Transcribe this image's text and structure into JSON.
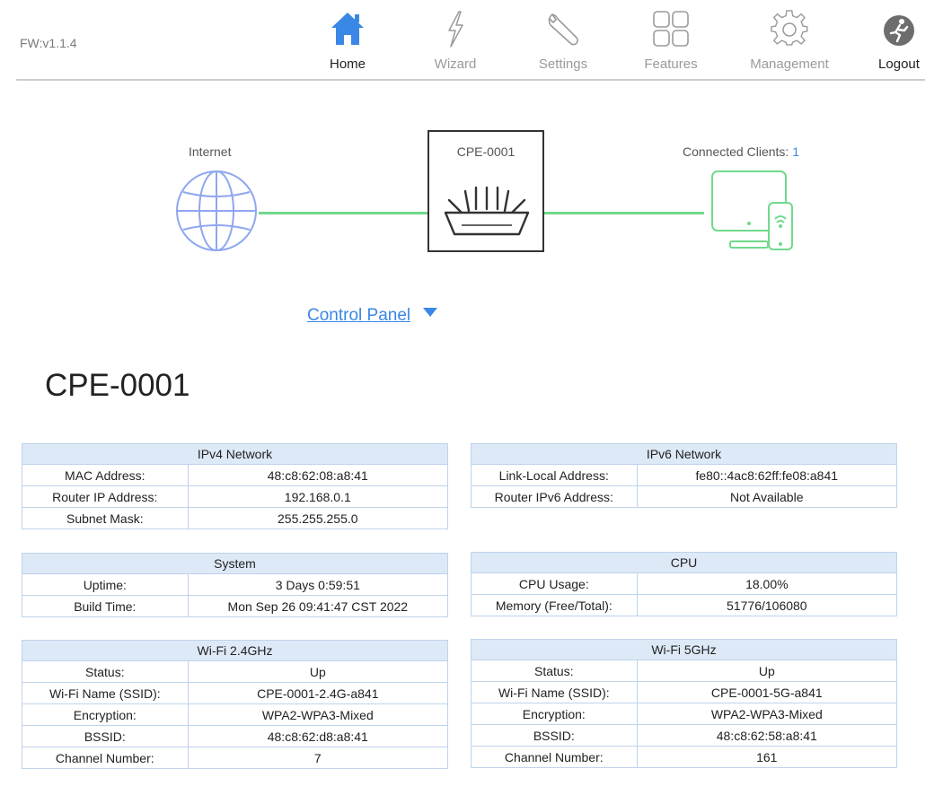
{
  "header": {
    "firmware": "FW:v1.1.4",
    "nav": [
      {
        "label": "Home",
        "icon": "home-icon"
      },
      {
        "label": "Wizard",
        "icon": "wizard-bolt-icon"
      },
      {
        "label": "Settings",
        "icon": "wrench-icon"
      },
      {
        "label": "Features",
        "icon": "grid-icon"
      },
      {
        "label": "Management",
        "icon": "gear-icon"
      },
      {
        "label": "Logout",
        "icon": "logout-icon"
      }
    ],
    "active": "Home"
  },
  "topology": {
    "internet_label": "Internet",
    "device_label": "CPE-0001",
    "clients_label": "Connected Clients:",
    "clients_count": "1"
  },
  "control_panel": "Control Panel",
  "device_title": "CPE-0001",
  "tables": {
    "ipv4": {
      "title": "IPv4 Network",
      "rows": [
        [
          "MAC Address:",
          "48:c8:62:08:a8:41"
        ],
        [
          "Router IP Address:",
          "192.168.0.1"
        ],
        [
          "Subnet Mask:",
          "255.255.255.0"
        ]
      ]
    },
    "ipv6": {
      "title": "IPv6 Network",
      "rows": [
        [
          "Link-Local Address:",
          "fe80::4ac8:62ff:fe08:a841"
        ],
        [
          "Router IPv6 Address:",
          "Not Available"
        ]
      ]
    },
    "system": {
      "title": "System",
      "rows": [
        [
          "Uptime:",
          "3 Days 0:59:51"
        ],
        [
          "Build Time:",
          "Mon Sep 26 09:41:47 CST 2022"
        ]
      ]
    },
    "cpu": {
      "title": "CPU",
      "rows": [
        [
          "CPU Usage:",
          "18.00%"
        ],
        [
          "Memory (Free/Total):",
          "51776/106080"
        ]
      ]
    },
    "wifi24": {
      "title": "Wi-Fi 2.4GHz",
      "rows": [
        [
          "Status:",
          "Up"
        ],
        [
          "Wi-Fi Name (SSID):",
          "CPE-0001-2.4G-a841"
        ],
        [
          "Encryption:",
          "WPA2-WPA3-Mixed"
        ],
        [
          "BSSID:",
          "48:c8:62:d8:a8:41"
        ],
        [
          "Channel Number:",
          "7"
        ]
      ]
    },
    "wifi5": {
      "title": "Wi-Fi 5GHz",
      "rows": [
        [
          "Status:",
          "Up"
        ],
        [
          "Wi-Fi Name (SSID):",
          "CPE-0001-5G-a841"
        ],
        [
          "Encryption:",
          "WPA2-WPA3-Mixed"
        ],
        [
          "BSSID:",
          "48:c8:62:58:a8:41"
        ],
        [
          "Channel Number:",
          "161"
        ]
      ]
    }
  },
  "colors": {
    "accent_blue": "#3a87e6",
    "link_green": "#6fd98b",
    "table_header_bg": "#dde9f7",
    "table_border": "#bfd3ea"
  }
}
